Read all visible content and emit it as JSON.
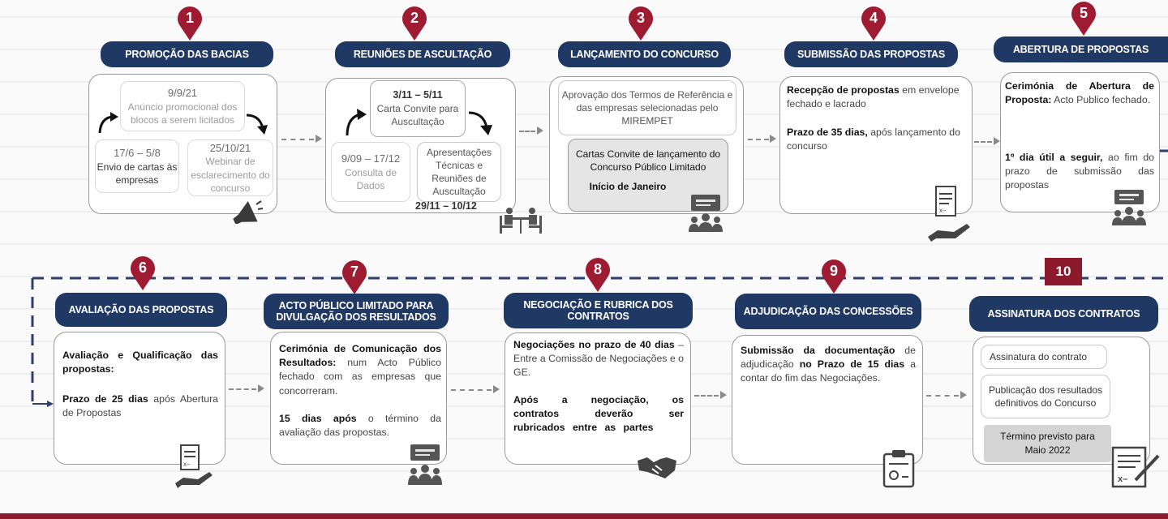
{
  "colors": {
    "pin": "#9e1b32",
    "header": "#1f3864",
    "connector": "#2f3e6e"
  },
  "steps": [
    {
      "num": "1",
      "title": "PROMOÇÃO DAS BACIAS",
      "top": {
        "date": "9/9/21",
        "text": "Anúncio promocional dos blocos a serem licitados"
      },
      "left": {
        "date": "17/6 – 5/8",
        "text": "Envio de cartas às empresas"
      },
      "right": {
        "date": "25/10/21",
        "text": "Webinar de esclarecimento do concurso"
      },
      "icon": "megaphone-icon"
    },
    {
      "num": "2",
      "title": "REUNIÕES DE ASCULTAÇÃO",
      "top": {
        "date": "3/11 – 5/11",
        "text": "Carta Convite para Auscultação"
      },
      "left": {
        "date": "9/09 – 17/12",
        "text": "Consulta de Dados"
      },
      "right": {
        "text": "Apresentações Técnicas e Reuniões de Auscultação",
        "date": "29/11 – 10/12"
      },
      "icon": "meeting-icon"
    },
    {
      "num": "3",
      "title": "LANÇAMENTO DO CONCURSO",
      "box1": "Aprovação dos Termos de Referência e das empresas selecionadas pelo MIREMPET",
      "box2": "Cartas Convite de lançamento do Concurso Público Limitado",
      "box2b": "Início de Janeiro",
      "icon": "presentation-icon"
    },
    {
      "num": "4",
      "title": "SUBMISSÃO DAS PROPOSTAS",
      "p1b": "Recepção de propostas",
      "p1": " em envelope fechado e lacrado",
      "p2b": "Prazo de 35 dias,",
      "p2": " após lançamento do concurso",
      "icon": "document-hand-icon"
    },
    {
      "num": "5",
      "title": "ABERTURA DE PROPOSTAS",
      "p1b": "Cerimónia de Abertura de Proposta:",
      "p1": " Acto Publico fechado.",
      "p2b": "1º dia útil a seguir,",
      "p2": " ao fim do prazo de submissão das propostas",
      "icon": "presentation-icon"
    },
    {
      "num": "6",
      "title": "AVALIAÇÃO DAS PROPOSTAS",
      "p1b": "Avaliação e Qualificação das propostas:",
      "p2b": "Prazo de 25 dias",
      "p2": " após Abertura de Propostas",
      "icon": "document-hand-icon"
    },
    {
      "num": "7",
      "title": "ACTO PÚBLICO LIMITADO PARA DIVULGAÇÃO DOS RESULTADOS",
      "p1b": "Cerimónia de Comunicação dos Resultados:",
      "p1": " num Acto Público fechado com as empresas que concorreram.",
      "p2b": "15 dias após",
      "p2": " o término da avaliação das propostas.",
      "icon": "presentation-icon"
    },
    {
      "num": "8",
      "title": "NEGOCIAÇÃO E RUBRICA DOS CONTRATOS",
      "p1b": "Negociações no prazo de 40 dias",
      "p1": " – Entre a Comissão de Negociações e o GE.",
      "p2b": "Após a negociação, os contratos deverão ser rubricados entre as partes",
      "icon": "handshake-icon"
    },
    {
      "num": "9",
      "title": "ADJUDICAÇÃO DAS CONCESSÕES",
      "p1b": "Submissão da documentação",
      "p1a": " de adjudicação ",
      "p1c": "no Prazo de 15 dias",
      "p1d": " a contar do fim das Negociações.",
      "icon": "clipboard-icon"
    },
    {
      "num": "10",
      "title": "ASSINATURA DOS CONTRATOS",
      "box1": "Assinatura do contrato",
      "box2": "Publicação dos resultados definitivos do Concurso",
      "box3": "Término previsto para Maio 2022",
      "icon": "contract-sign-icon"
    }
  ]
}
